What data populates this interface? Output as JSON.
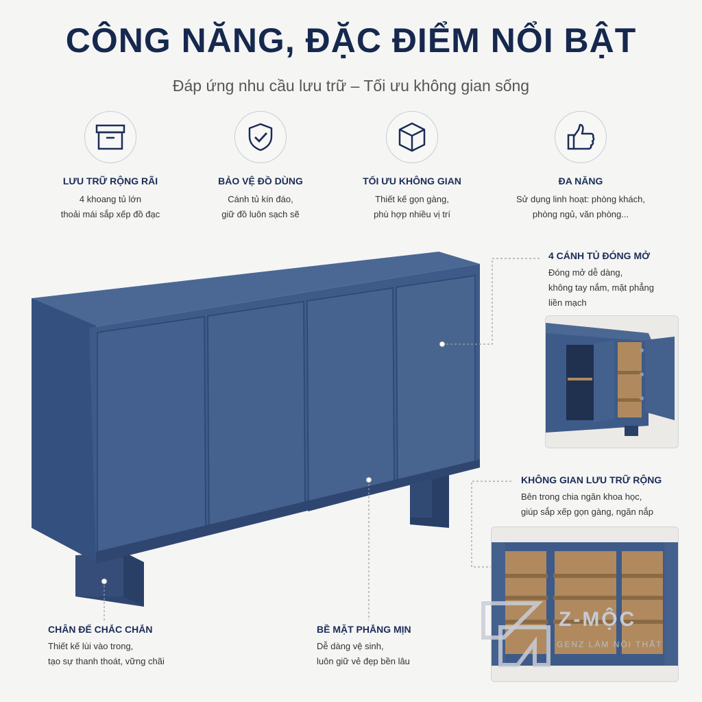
{
  "header": {
    "title": "CÔNG NĂNG, ĐẶC ĐIỂM NỔI BẬT",
    "subtitle": "Đáp ứng nhu cầu lưu trữ – Tối ưu không gian sống"
  },
  "features": [
    {
      "icon": "storage-box-icon",
      "title": "LƯU TRỮ RỘNG RÃI",
      "line1": "4 khoang tủ lớn",
      "line2": "thoải mái sắp xếp đồ đạc"
    },
    {
      "icon": "shield-check-icon",
      "title": "BẢO VỆ ĐỒ DÙNG",
      "line1": "Cánh tủ kín đáo,",
      "line2": "giữ đồ luôn sạch sẽ"
    },
    {
      "icon": "cube-icon",
      "title": "TỐI ƯU KHÔNG GIAN",
      "line1": "Thiết kế gọn gàng,",
      "line2": "phù hợp nhiều vị trí"
    },
    {
      "icon": "thumbs-up-icon",
      "title": "ĐA NĂNG",
      "line1": "Sử dụng linh hoạt: phòng khách,",
      "line2": "phòng ngủ, văn phòng..."
    }
  ],
  "callouts": {
    "doors": {
      "title": "4 CÁNH TỦ ĐÓNG MỞ",
      "line1": "Đóng mở dễ dàng,",
      "line2": "không tay nắm, mặt phẳng",
      "line3": "liền mạch"
    },
    "interior": {
      "title": "KHÔNG GIAN LƯU TRỮ RỘNG",
      "line1": "Bên trong chia ngăn khoa học,",
      "line2": "giúp sắp xếp gọn gàng, ngăn nắp"
    },
    "base": {
      "title": "CHÂN ĐẾ CHẮC CHẮN",
      "line1": "Thiết kế lùi vào trong,",
      "line2": "tạo sự thanh thoát, vững chãi"
    },
    "surface": {
      "title": "BỀ MẶT PHẲNG MỊN",
      "line1": "Dễ dàng vệ sinh,",
      "line2": "luôn giữ vẻ đẹp bền lâu"
    }
  },
  "brand": {
    "name": "Z-MỘC",
    "tagline": "GENZ LÀM NỘI THẤT"
  },
  "colors": {
    "cabinet": "#3f5a86",
    "navy": "#16284e",
    "wood": "#b08a5e"
  }
}
